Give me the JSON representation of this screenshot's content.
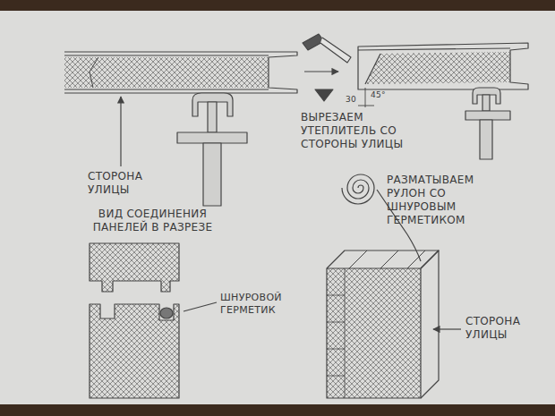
{
  "diagram": {
    "labels": [
      "СТОРОНА УЛИЦЫ",
      "45°",
      "30",
      "ВЫРЕЗАЕМ УТЕПЛИТЕЛЬ СО СТОРОНЫ УЛИЦЫ",
      "ВИД СОЕДИНЕНИЯ ПАНЕЛЕЙ В РАЗРЕЗЕ",
      "ШНУРОВОЙ ГЕРМЕТИК",
      "РАЗМАТЫВАЕМ РУЛОН СО ШНУРОВЫМ ГЕРМЕТИКОМ",
      "СТОРОНА УЛИЦЫ"
    ]
  }
}
